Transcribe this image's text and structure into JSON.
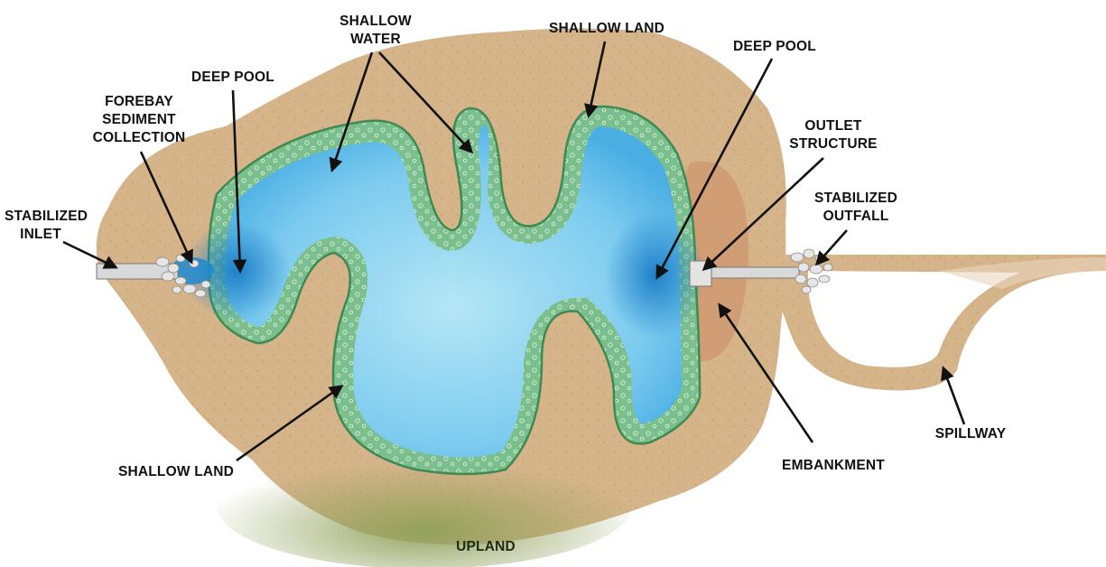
{
  "labels": {
    "stabilized_inlet": [
      "STABILIZED",
      "INLET"
    ],
    "forebay": [
      "FOREBAY",
      "SEDIMENT",
      "COLLECTION"
    ],
    "deep_pool_left": "DEEP POOL",
    "shallow_water": [
      "SHALLOW",
      "WATER"
    ],
    "shallow_land_top": "SHALLOW LAND",
    "deep_pool_right": "DEEP POOL",
    "outlet_structure": [
      "OUTLET",
      "STRUCTURE"
    ],
    "stabilized_outfall": [
      "STABILIZED",
      "OUTFALL"
    ],
    "spillway": "SPILLWAY",
    "embankment": "EMBANKMENT",
    "shallow_land_bottom": "SHALLOW LAND",
    "upland": "UPLAND"
  },
  "colors": {
    "land": "#d6b48a",
    "embankment": "#cf9a72",
    "marsh": "#7bbf8e",
    "marsh_edge": "#3f8a52",
    "water_light": "#a9e1f2",
    "water_deep": "#1f8ad0",
    "upland": "#8fa05a",
    "pipe": "#d9d9d9",
    "arrow": "#111111"
  }
}
